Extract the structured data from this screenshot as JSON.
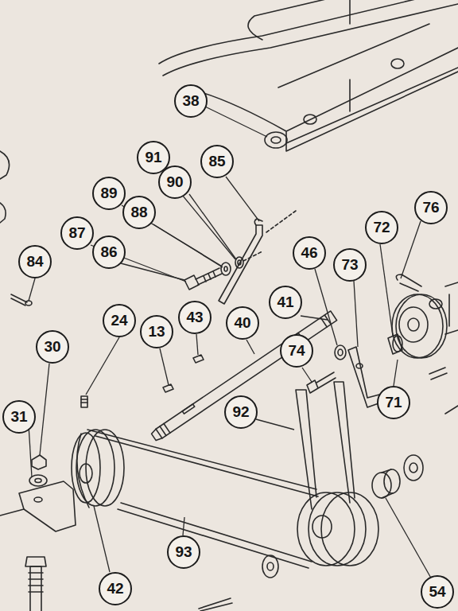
{
  "diagram": {
    "nodes": [
      {
        "text": [
          "38"
        ]
      },
      {
        "text": [
          "91"
        ]
      },
      {
        "text": [
          "85"
        ]
      },
      {
        "text": [
          "90"
        ]
      },
      {
        "text": [
          "89"
        ]
      },
      {
        "text": [
          "76"
        ]
      },
      {
        "text": [
          "88"
        ]
      },
      {
        "text": [
          "72"
        ]
      },
      {
        "text": [
          "87"
        ]
      },
      {
        "text": [
          "86"
        ]
      },
      {
        "text": [
          "46"
        ]
      },
      {
        "text": [
          "84"
        ]
      },
      {
        "text": [
          "73"
        ]
      },
      {
        "text": [
          "41"
        ]
      },
      {
        "text": [
          "43"
        ]
      },
      {
        "text": [
          "24"
        ]
      },
      {
        "text": [
          "40"
        ]
      },
      {
        "text": [
          "13"
        ]
      },
      {
        "text": [
          "30"
        ]
      },
      {
        "text": [
          "74"
        ]
      },
      {
        "text": [
          "71"
        ]
      },
      {
        "text": [
          "92"
        ]
      },
      {
        "text": [
          "31"
        ]
      },
      {
        "text": [
          "93"
        ]
      },
      {
        "text": [
          "42"
        ]
      },
      {
        "text": [
          "54"
        ]
      }
    ]
  }
}
